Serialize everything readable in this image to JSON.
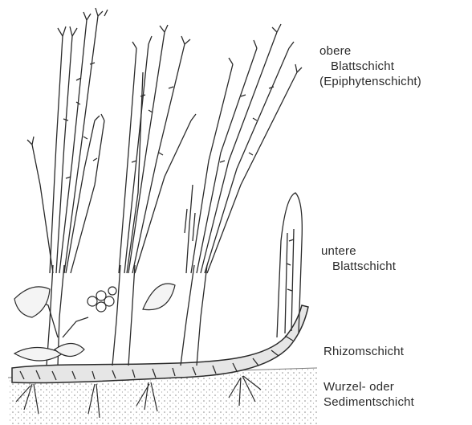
{
  "labels": {
    "upper_leaf_layer": {
      "line1": "obere",
      "line2": "Blattschicht",
      "line3": "(Epiphytenschicht)"
    },
    "lower_leaf_layer": {
      "line1": "untere",
      "line2": "Blattschicht"
    },
    "rhizome_layer": "Rhizomschicht",
    "root_sediment_layer": {
      "line1": "Wurzel- oder",
      "line2": "Sedimentschicht"
    }
  },
  "colors": {
    "ink": "#2a2a2a",
    "sediment": "#bdbdbd",
    "background": "#ffffff"
  }
}
